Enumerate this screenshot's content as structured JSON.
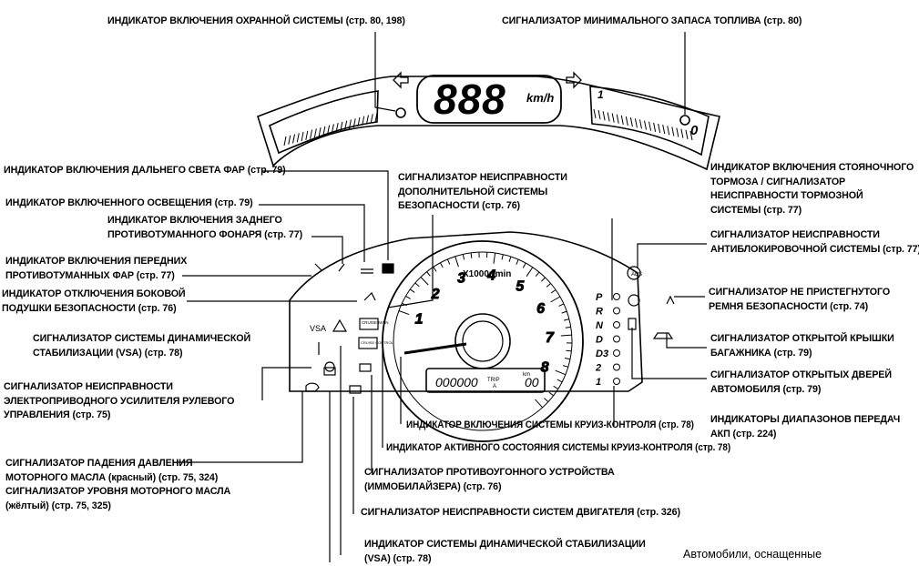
{
  "labels": {
    "security": "ИНДИКАТОР ВКЛЮЧЕНИЯ ОХРАННОЙ СИСТЕМЫ (стр. 80, 198)",
    "fuel": "СИГНАЛИЗАТОР МИНИМАЛЬНОГО ЗАПАСА ТОПЛИВА (стр. 80)",
    "high_beam": "ИНДИКАТОР ВКЛЮЧЕНИЯ ДАЛЬНЕГО СВЕТА ФАР (стр. 79)",
    "srs": [
      "СИГНАЛИЗАТОР НЕИСПРАВНОСТИ",
      "ДОПОЛНИТЕЛЬНОЙ СИСТЕМЫ",
      "БЕЗОПАСНОСТИ (стр. 76)"
    ],
    "lights_on": "ИНДИКАТОР ВКЛЮЧЕННОГО ОСВЕЩЕНИЯ (стр. 79)",
    "rear_fog": [
      "ИНДИКАТОР ВКЛЮЧЕНИЯ ЗАДНЕГО",
      "ПРОТИВОТУМАННОГО ФОНАРЯ (стр. 77)"
    ],
    "front_fog": [
      "ИНДИКАТОР ВКЛЮЧЕНИЯ ПЕРЕДНИХ",
      "ПРОТИВОТУМАННЫХ ФАР (стр. 77)"
    ],
    "side_airbag": [
      "ИНДИКАТОР ОТКЛЮЧЕНИЯ БОКОВОЙ",
      "ПОДУШКИ БЕЗОПАСНОСТИ (стр. 76)"
    ],
    "vsa": [
      "СИГНАЛИЗАТОР СИСТЕМЫ ДИНАМИЧЕСКОЙ",
      "СТАБИЛИЗАЦИИ (VSA) (стр. 78)"
    ],
    "eps": [
      "СИГНАЛИЗАТОР НЕИСПРАВНОСТИ",
      "ЭЛЕКТРОПРИВОДНОГО УСИЛИТЕЛЯ РУЛЕВОГО",
      "УПРАВЛЕНИЯ (стр. 75)"
    ],
    "oil": [
      "СИГНАЛИЗАТОР ПАДЕНИЯ ДАВЛЕНИЯ",
      "МОТОРНОГО МАСЛА (красный) (стр. 75, 324)",
      "СИГНАЛИЗАТОР УРОВНЯ МОТОРНОГО МАСЛА",
      "(жёлтый) (стр. 75, 325)"
    ],
    "parking_brake": [
      "ИНДИКАТОР ВКЛЮЧЕНИЯ СТОЯНОЧНОГО",
      "ТОРМОЗА / СИГНАЛИЗАТОР",
      "НЕИСПРАВНОСТИ ТОРМОЗНОЙ",
      "СИСТЕМЫ (стр. 77)"
    ],
    "abs": [
      "СИГНАЛИЗАТОР НЕИСПРАВНОСТИ",
      "АНТИБЛОКИРОВОЧНОЙ СИСТЕМЫ (стр. 77)"
    ],
    "seatbelt": [
      "СИГНАЛИЗАТОР НЕ ПРИСТЕГНУТОГО",
      "РЕМНЯ БЕЗОПАСНОСТИ (стр. 74)"
    ],
    "trunk": [
      "СИГНАЛИЗАТОР ОТКРЫТОЙ КРЫШКИ",
      "БАГАЖНИКА (стр. 79)"
    ],
    "doors": [
      "СИГНАЛИЗАТОР ОТКРЫТЫХ ДВЕРЕЙ",
      "АВТОМОБИЛЯ (стр. 79)"
    ],
    "cruise_main": "ИНДИКАТОР ВКЛЮЧЕНИЯ СИСТЕМЫ КРУИЗ-КОНТРОЛЯ (стр. 78)",
    "gear": [
      "ИНДИКАТОРЫ ДИАПАЗОНОВ ПЕРЕДАЧ",
      "АКП (стр. 224)"
    ],
    "cruise_active": "ИНДИКАТОР АКТИВНОГО СОСТОЯНИЯ СИСТЕМЫ КРУИЗ-КОНТРОЛЯ (стр. 78)",
    "immobilizer": [
      "СИГНАЛИЗАТОР ПРОТИВОУГОННОГО УСТРОЙСТВА",
      "(ИММОБИЛАЙЗЕРА) (стр. 76)"
    ],
    "engine": "СИГНАЛИЗАТОР НЕИСПРАВНОСТИ СИСТЕМ ДВИГАТЕЛЯ (стр. 326)",
    "vsa_ind": [
      "ИНДИКАТОР СИСТЕМЫ ДИНАМИЧЕСКОЙ СТАБИЛИЗАЦИИ",
      "(VSA) (стр. 78)"
    ],
    "note": "Автомобили, оснащенные"
  },
  "cluster": {
    "speed_digits": "888",
    "speed_unit": "km/h",
    "rpm_ticks": [
      "1",
      "2",
      "3",
      "4",
      "5",
      "6",
      "7",
      "8"
    ],
    "rpm_unit": "X1000r/min",
    "odometer": "000000",
    "trip_label": "TRIP",
    "trip_sub": "A",
    "trip_unit": "km",
    "trip_value": "00",
    "gears": [
      "P",
      "R",
      "N",
      "D",
      "D3",
      "2",
      "1"
    ],
    "fuel_e": "0",
    "temp_mark": "1",
    "vsa_text": "VSA",
    "cruise_text": "CRUISE MAIN",
    "cruise_control_text": "CRUISE CONTROL",
    "abs_text": "ABS"
  }
}
